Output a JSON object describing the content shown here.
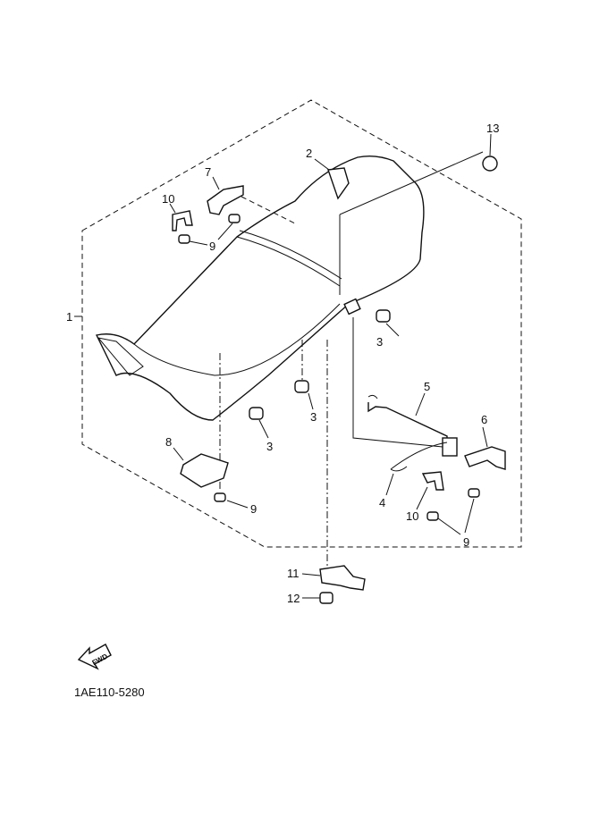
{
  "diagram": {
    "part_labels": {
      "p1": "1",
      "p2": "2",
      "p3a": "3",
      "p3b": "3",
      "p3c": "3",
      "p4": "4",
      "p5": "5",
      "p6": "6",
      "p7": "7",
      "p8": "8",
      "p9a": "9",
      "p9b": "9",
      "p9c": "9",
      "p10a": "10",
      "p10b": "10",
      "p11": "11",
      "p12": "12",
      "p13": "13"
    },
    "direction_arrow": "FWD",
    "drawing_code": "1AE110-5280"
  }
}
